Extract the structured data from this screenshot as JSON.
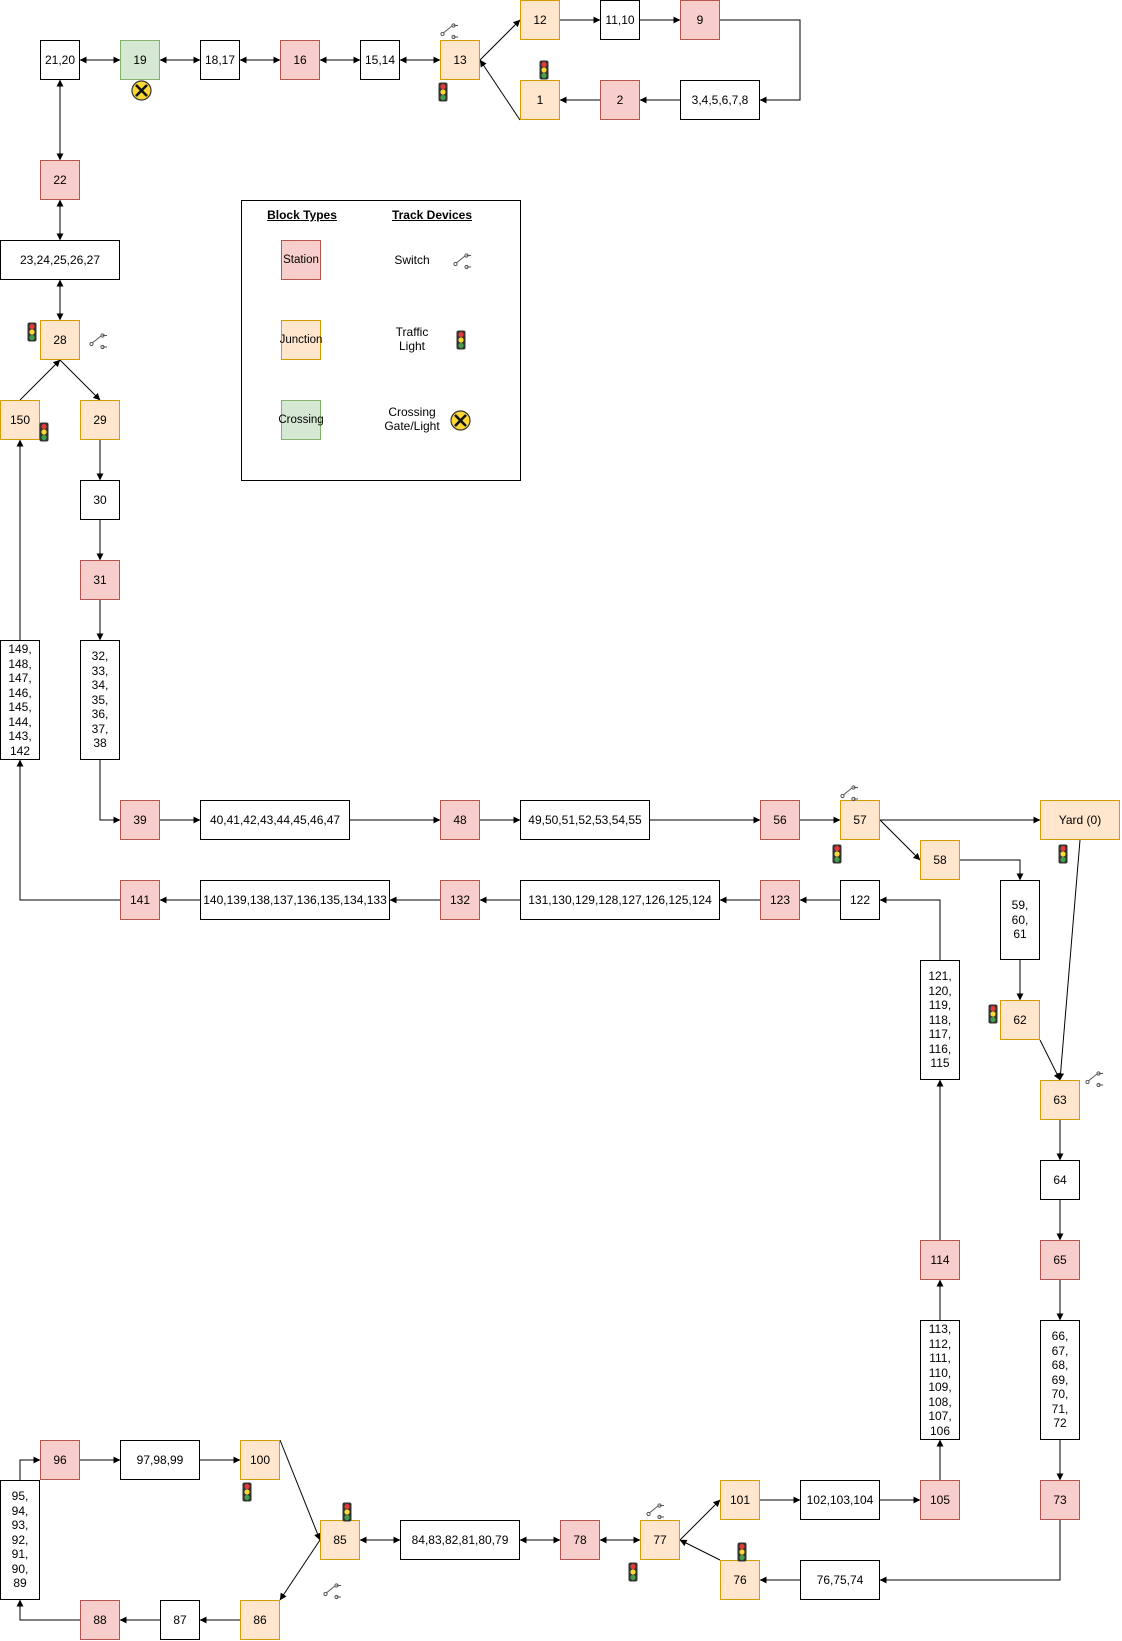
{
  "colors": {
    "station_fill": "#f8cecc",
    "station_border": "#b85450",
    "junction_fill": "#ffe6cc",
    "junction_border": "#d79b00",
    "crossing_fill": "#d5e8d4",
    "crossing_border": "#82b366",
    "plain_fill": "#ffffff",
    "line": "#000000"
  },
  "legend": {
    "block_types_title": "Block Types",
    "track_devices_title": "Track Devices",
    "block_types": [
      {
        "type": "station",
        "label": "Station"
      },
      {
        "type": "junction",
        "label": "Junction"
      },
      {
        "type": "crossing",
        "label": "Crossing"
      }
    ],
    "devices": [
      {
        "icon": "switch-icon",
        "label": "Switch"
      },
      {
        "icon": "traffic-light-icon",
        "label": "Traffic\nLight"
      },
      {
        "icon": "crossing-gate-icon",
        "label": "Crossing\nGate/Light"
      }
    ]
  },
  "blocks": [
    {
      "id": "b21_20",
      "label": "21,20",
      "type": "plain"
    },
    {
      "id": "b19",
      "label": "19",
      "type": "crossing"
    },
    {
      "id": "b18_17",
      "label": "18,17",
      "type": "plain"
    },
    {
      "id": "b16",
      "label": "16",
      "type": "station"
    },
    {
      "id": "b15_14",
      "label": "15,14",
      "type": "plain"
    },
    {
      "id": "b13",
      "label": "13",
      "type": "junction"
    },
    {
      "id": "b12",
      "label": "12",
      "type": "junction"
    },
    {
      "id": "b11_10",
      "label": "11,10",
      "type": "plain"
    },
    {
      "id": "b9",
      "label": "9",
      "type": "station"
    },
    {
      "id": "b1",
      "label": "1",
      "type": "junction"
    },
    {
      "id": "b2",
      "label": "2",
      "type": "station"
    },
    {
      "id": "b3_8",
      "label": "3,4,5,6,7,8",
      "type": "plain"
    },
    {
      "id": "b22",
      "label": "22",
      "type": "station"
    },
    {
      "id": "b23_27",
      "label": "23,24,25,26,27",
      "type": "plain"
    },
    {
      "id": "b28",
      "label": "28",
      "type": "junction"
    },
    {
      "id": "b150",
      "label": "150",
      "type": "junction"
    },
    {
      "id": "b29",
      "label": "29",
      "type": "junction"
    },
    {
      "id": "b30",
      "label": "30",
      "type": "plain"
    },
    {
      "id": "b31",
      "label": "31",
      "type": "station"
    },
    {
      "id": "b32_38",
      "label": "32,\n33,\n34,\n35,\n36,\n37,\n38",
      "type": "plain"
    },
    {
      "id": "b149_142",
      "label": "149,\n148,\n147,\n146,\n145,\n144,\n143,\n142",
      "type": "plain"
    },
    {
      "id": "b39",
      "label": "39",
      "type": "station"
    },
    {
      "id": "b40_47",
      "label": "40,41,42,43,44,45,46,47",
      "type": "plain"
    },
    {
      "id": "b48",
      "label": "48",
      "type": "station"
    },
    {
      "id": "b49_55",
      "label": "49,50,51,52,53,54,55",
      "type": "plain"
    },
    {
      "id": "b56",
      "label": "56",
      "type": "station"
    },
    {
      "id": "b57",
      "label": "57",
      "type": "junction"
    },
    {
      "id": "byard",
      "label": "Yard (0)",
      "type": "junction"
    },
    {
      "id": "b58",
      "label": "58",
      "type": "junction"
    },
    {
      "id": "b59_61",
      "label": "59,\n60,\n61",
      "type": "plain"
    },
    {
      "id": "b62",
      "label": "62",
      "type": "junction"
    },
    {
      "id": "b63",
      "label": "63",
      "type": "junction"
    },
    {
      "id": "b64",
      "label": "64",
      "type": "plain"
    },
    {
      "id": "b65",
      "label": "65",
      "type": "station"
    },
    {
      "id": "b66_72",
      "label": "66,\n67,\n68,\n69,\n70,\n71,\n72",
      "type": "plain"
    },
    {
      "id": "b73",
      "label": "73",
      "type": "station"
    },
    {
      "id": "b76_74",
      "label": "76,75,74",
      "type": "plain"
    },
    {
      "id": "b76",
      "label": "76",
      "type": "junction"
    },
    {
      "id": "b77",
      "label": "77",
      "type": "junction"
    },
    {
      "id": "b101",
      "label": "101",
      "type": "junction"
    },
    {
      "id": "b102_104",
      "label": "102,103,104",
      "type": "plain"
    },
    {
      "id": "b105",
      "label": "105",
      "type": "station"
    },
    {
      "id": "b113_106",
      "label": "113,\n112,\n111,\n110,\n109,\n108,\n107,\n106",
      "type": "plain"
    },
    {
      "id": "b114",
      "label": "114",
      "type": "station"
    },
    {
      "id": "b121_115",
      "label": "121,\n120,\n119,\n118,\n117,\n116,\n115",
      "type": "plain"
    },
    {
      "id": "b122",
      "label": "122",
      "type": "plain"
    },
    {
      "id": "b123",
      "label": "123",
      "type": "station"
    },
    {
      "id": "b131_124",
      "label": "131,130,129,128,127,126,125,124",
      "type": "plain"
    },
    {
      "id": "b132",
      "label": "132",
      "type": "station"
    },
    {
      "id": "b140_133",
      "label": "140,139,138,137,136,135,134,133",
      "type": "plain"
    },
    {
      "id": "b141",
      "label": "141",
      "type": "station"
    },
    {
      "id": "b78",
      "label": "78",
      "type": "station"
    },
    {
      "id": "b84_79",
      "label": "84,83,82,81,80,79",
      "type": "plain"
    },
    {
      "id": "b85",
      "label": "85",
      "type": "junction"
    },
    {
      "id": "b100",
      "label": "100",
      "type": "junction"
    },
    {
      "id": "b97_99",
      "label": "97,98,99",
      "type": "plain"
    },
    {
      "id": "b96",
      "label": "96",
      "type": "station"
    },
    {
      "id": "b95_89",
      "label": "95,\n94,\n93,\n92,\n91,\n90,\n89",
      "type": "plain"
    },
    {
      "id": "b88",
      "label": "88",
      "type": "station"
    },
    {
      "id": "b87",
      "label": "87",
      "type": "plain"
    },
    {
      "id": "b86",
      "label": "86",
      "type": "junction"
    }
  ],
  "connections": [
    {
      "from": "b21_20",
      "to": "b19",
      "bidirectional": true
    },
    {
      "from": "b19",
      "to": "b18_17",
      "bidirectional": true
    },
    {
      "from": "b18_17",
      "to": "b16",
      "bidirectional": true
    },
    {
      "from": "b16",
      "to": "b15_14",
      "bidirectional": true
    },
    {
      "from": "b15_14",
      "to": "b13",
      "bidirectional": true
    },
    {
      "from": "b13",
      "to": "b12",
      "bidirectional": false
    },
    {
      "from": "b12",
      "to": "b11_10",
      "bidirectional": false
    },
    {
      "from": "b11_10",
      "to": "b9",
      "bidirectional": false
    },
    {
      "from": "b9",
      "to": "b3_8",
      "bidirectional": false
    },
    {
      "from": "b3_8",
      "to": "b2",
      "bidirectional": false
    },
    {
      "from": "b2",
      "to": "b1",
      "bidirectional": false
    },
    {
      "from": "b1",
      "to": "b13",
      "bidirectional": false
    },
    {
      "from": "b21_20",
      "to": "b22",
      "bidirectional": true
    },
    {
      "from": "b22",
      "to": "b23_27",
      "bidirectional": true
    },
    {
      "from": "b23_27",
      "to": "b28",
      "bidirectional": true
    },
    {
      "from": "b28",
      "to": "b29",
      "bidirectional": false
    },
    {
      "from": "b150",
      "to": "b28",
      "bidirectional": false
    },
    {
      "from": "b29",
      "to": "b30",
      "bidirectional": false
    },
    {
      "from": "b30",
      "to": "b31",
      "bidirectional": false
    },
    {
      "from": "b31",
      "to": "b32_38",
      "bidirectional": false
    },
    {
      "from": "b32_38",
      "to": "b39",
      "bidirectional": false
    },
    {
      "from": "b39",
      "to": "b40_47",
      "bidirectional": false
    },
    {
      "from": "b40_47",
      "to": "b48",
      "bidirectional": false
    },
    {
      "from": "b48",
      "to": "b49_55",
      "bidirectional": false
    },
    {
      "from": "b49_55",
      "to": "b56",
      "bidirectional": false
    },
    {
      "from": "b56",
      "to": "b57",
      "bidirectional": false
    },
    {
      "from": "b57",
      "to": "byard",
      "bidirectional": false
    },
    {
      "from": "b57",
      "to": "b58",
      "bidirectional": false
    },
    {
      "from": "b58",
      "to": "b59_61",
      "bidirectional": false
    },
    {
      "from": "b59_61",
      "to": "b62",
      "bidirectional": false
    },
    {
      "from": "b62",
      "to": "b63",
      "bidirectional": false
    },
    {
      "from": "byard",
      "to": "b63",
      "bidirectional": false
    },
    {
      "from": "b63",
      "to": "b64",
      "bidirectional": false
    },
    {
      "from": "b64",
      "to": "b65",
      "bidirectional": false
    },
    {
      "from": "b65",
      "to": "b66_72",
      "bidirectional": false
    },
    {
      "from": "b66_72",
      "to": "b73",
      "bidirectional": false
    },
    {
      "from": "b73",
      "to": "b76_74",
      "bidirectional": false
    },
    {
      "from": "b76_74",
      "to": "b76",
      "bidirectional": false
    },
    {
      "from": "b76",
      "to": "b77",
      "bidirectional": false
    },
    {
      "from": "b77",
      "to": "b101",
      "bidirectional": false
    },
    {
      "from": "b101",
      "to": "b102_104",
      "bidirectional": false
    },
    {
      "from": "b102_104",
      "to": "b105",
      "bidirectional": false
    },
    {
      "from": "b105",
      "to": "b113_106",
      "bidirectional": false
    },
    {
      "from": "b113_106",
      "to": "b114",
      "bidirectional": false
    },
    {
      "from": "b114",
      "to": "b121_115",
      "bidirectional": false
    },
    {
      "from": "b121_115",
      "to": "b122",
      "bidirectional": false
    },
    {
      "from": "b122",
      "to": "b123",
      "bidirectional": false
    },
    {
      "from": "b123",
      "to": "b131_124",
      "bidirectional": false
    },
    {
      "from": "b131_124",
      "to": "b132",
      "bidirectional": false
    },
    {
      "from": "b132",
      "to": "b140_133",
      "bidirectional": false
    },
    {
      "from": "b140_133",
      "to": "b141",
      "bidirectional": false
    },
    {
      "from": "b141",
      "to": "b149_142",
      "bidirectional": false
    },
    {
      "from": "b149_142",
      "to": "b150",
      "bidirectional": false
    },
    {
      "from": "b77",
      "to": "b78",
      "bidirectional": true
    },
    {
      "from": "b78",
      "to": "b84_79",
      "bidirectional": true
    },
    {
      "from": "b84_79",
      "to": "b85",
      "bidirectional": true
    },
    {
      "from": "b100",
      "to": "b85",
      "bidirectional": false
    },
    {
      "from": "b85",
      "to": "b86",
      "bidirectional": false
    },
    {
      "from": "b86",
      "to": "b87",
      "bidirectional": false
    },
    {
      "from": "b87",
      "to": "b88",
      "bidirectional": false
    },
    {
      "from": "b88",
      "to": "b95_89",
      "bidirectional": false
    },
    {
      "from": "b95_89",
      "to": "b96",
      "bidirectional": false
    },
    {
      "from": "b96",
      "to": "b97_99",
      "bidirectional": false
    },
    {
      "from": "b97_99",
      "to": "b100",
      "bidirectional": false
    }
  ],
  "devices": [
    {
      "block": "b19",
      "icon": "crossing-gate-icon"
    },
    {
      "block": "b13",
      "icon": "switch-icon"
    },
    {
      "block": "b13",
      "icon": "traffic-light-icon"
    },
    {
      "block": "b1",
      "icon": "traffic-light-icon"
    },
    {
      "block": "b28",
      "icon": "traffic-light-icon"
    },
    {
      "block": "b28",
      "icon": "switch-icon"
    },
    {
      "block": "b150",
      "icon": "traffic-light-icon"
    },
    {
      "block": "b57",
      "icon": "switch-icon"
    },
    {
      "block": "b57",
      "icon": "traffic-light-icon"
    },
    {
      "block": "byard",
      "icon": "traffic-light-icon"
    },
    {
      "block": "b62",
      "icon": "traffic-light-icon"
    },
    {
      "block": "b63",
      "icon": "switch-icon"
    },
    {
      "block": "b77",
      "icon": "switch-icon"
    },
    {
      "block": "b77",
      "icon": "traffic-light-icon"
    },
    {
      "block": "b76",
      "icon": "traffic-light-icon"
    },
    {
      "block": "b85",
      "icon": "traffic-light-icon"
    },
    {
      "block": "b85",
      "icon": "switch-icon"
    },
    {
      "block": "b100",
      "icon": "traffic-light-icon"
    }
  ]
}
